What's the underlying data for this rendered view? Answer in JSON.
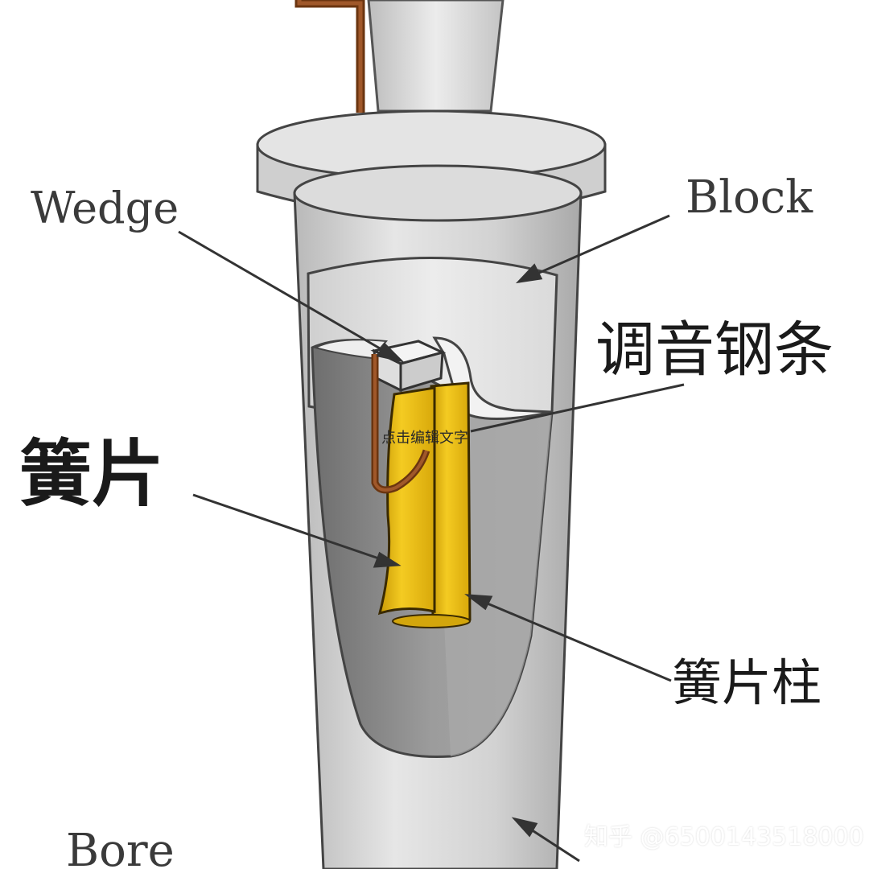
{
  "labels": {
    "wedge": "Wedge",
    "block": "Block",
    "bore": "Bore",
    "tuning_wire": "调音钢条",
    "reed": "簧片",
    "reed_post": "簧片柱"
  },
  "edit_hint": "点击编辑文字",
  "watermark": "知乎 @6500143518000",
  "colors": {
    "body": "#d3d3d3",
    "cavity": "#8e8e8e",
    "reed": "#e8b90e",
    "wire": "#7a3f14",
    "outline": "#444444",
    "label_latin": "#3a3a3a",
    "label_cjk": "#1a1a1a"
  }
}
